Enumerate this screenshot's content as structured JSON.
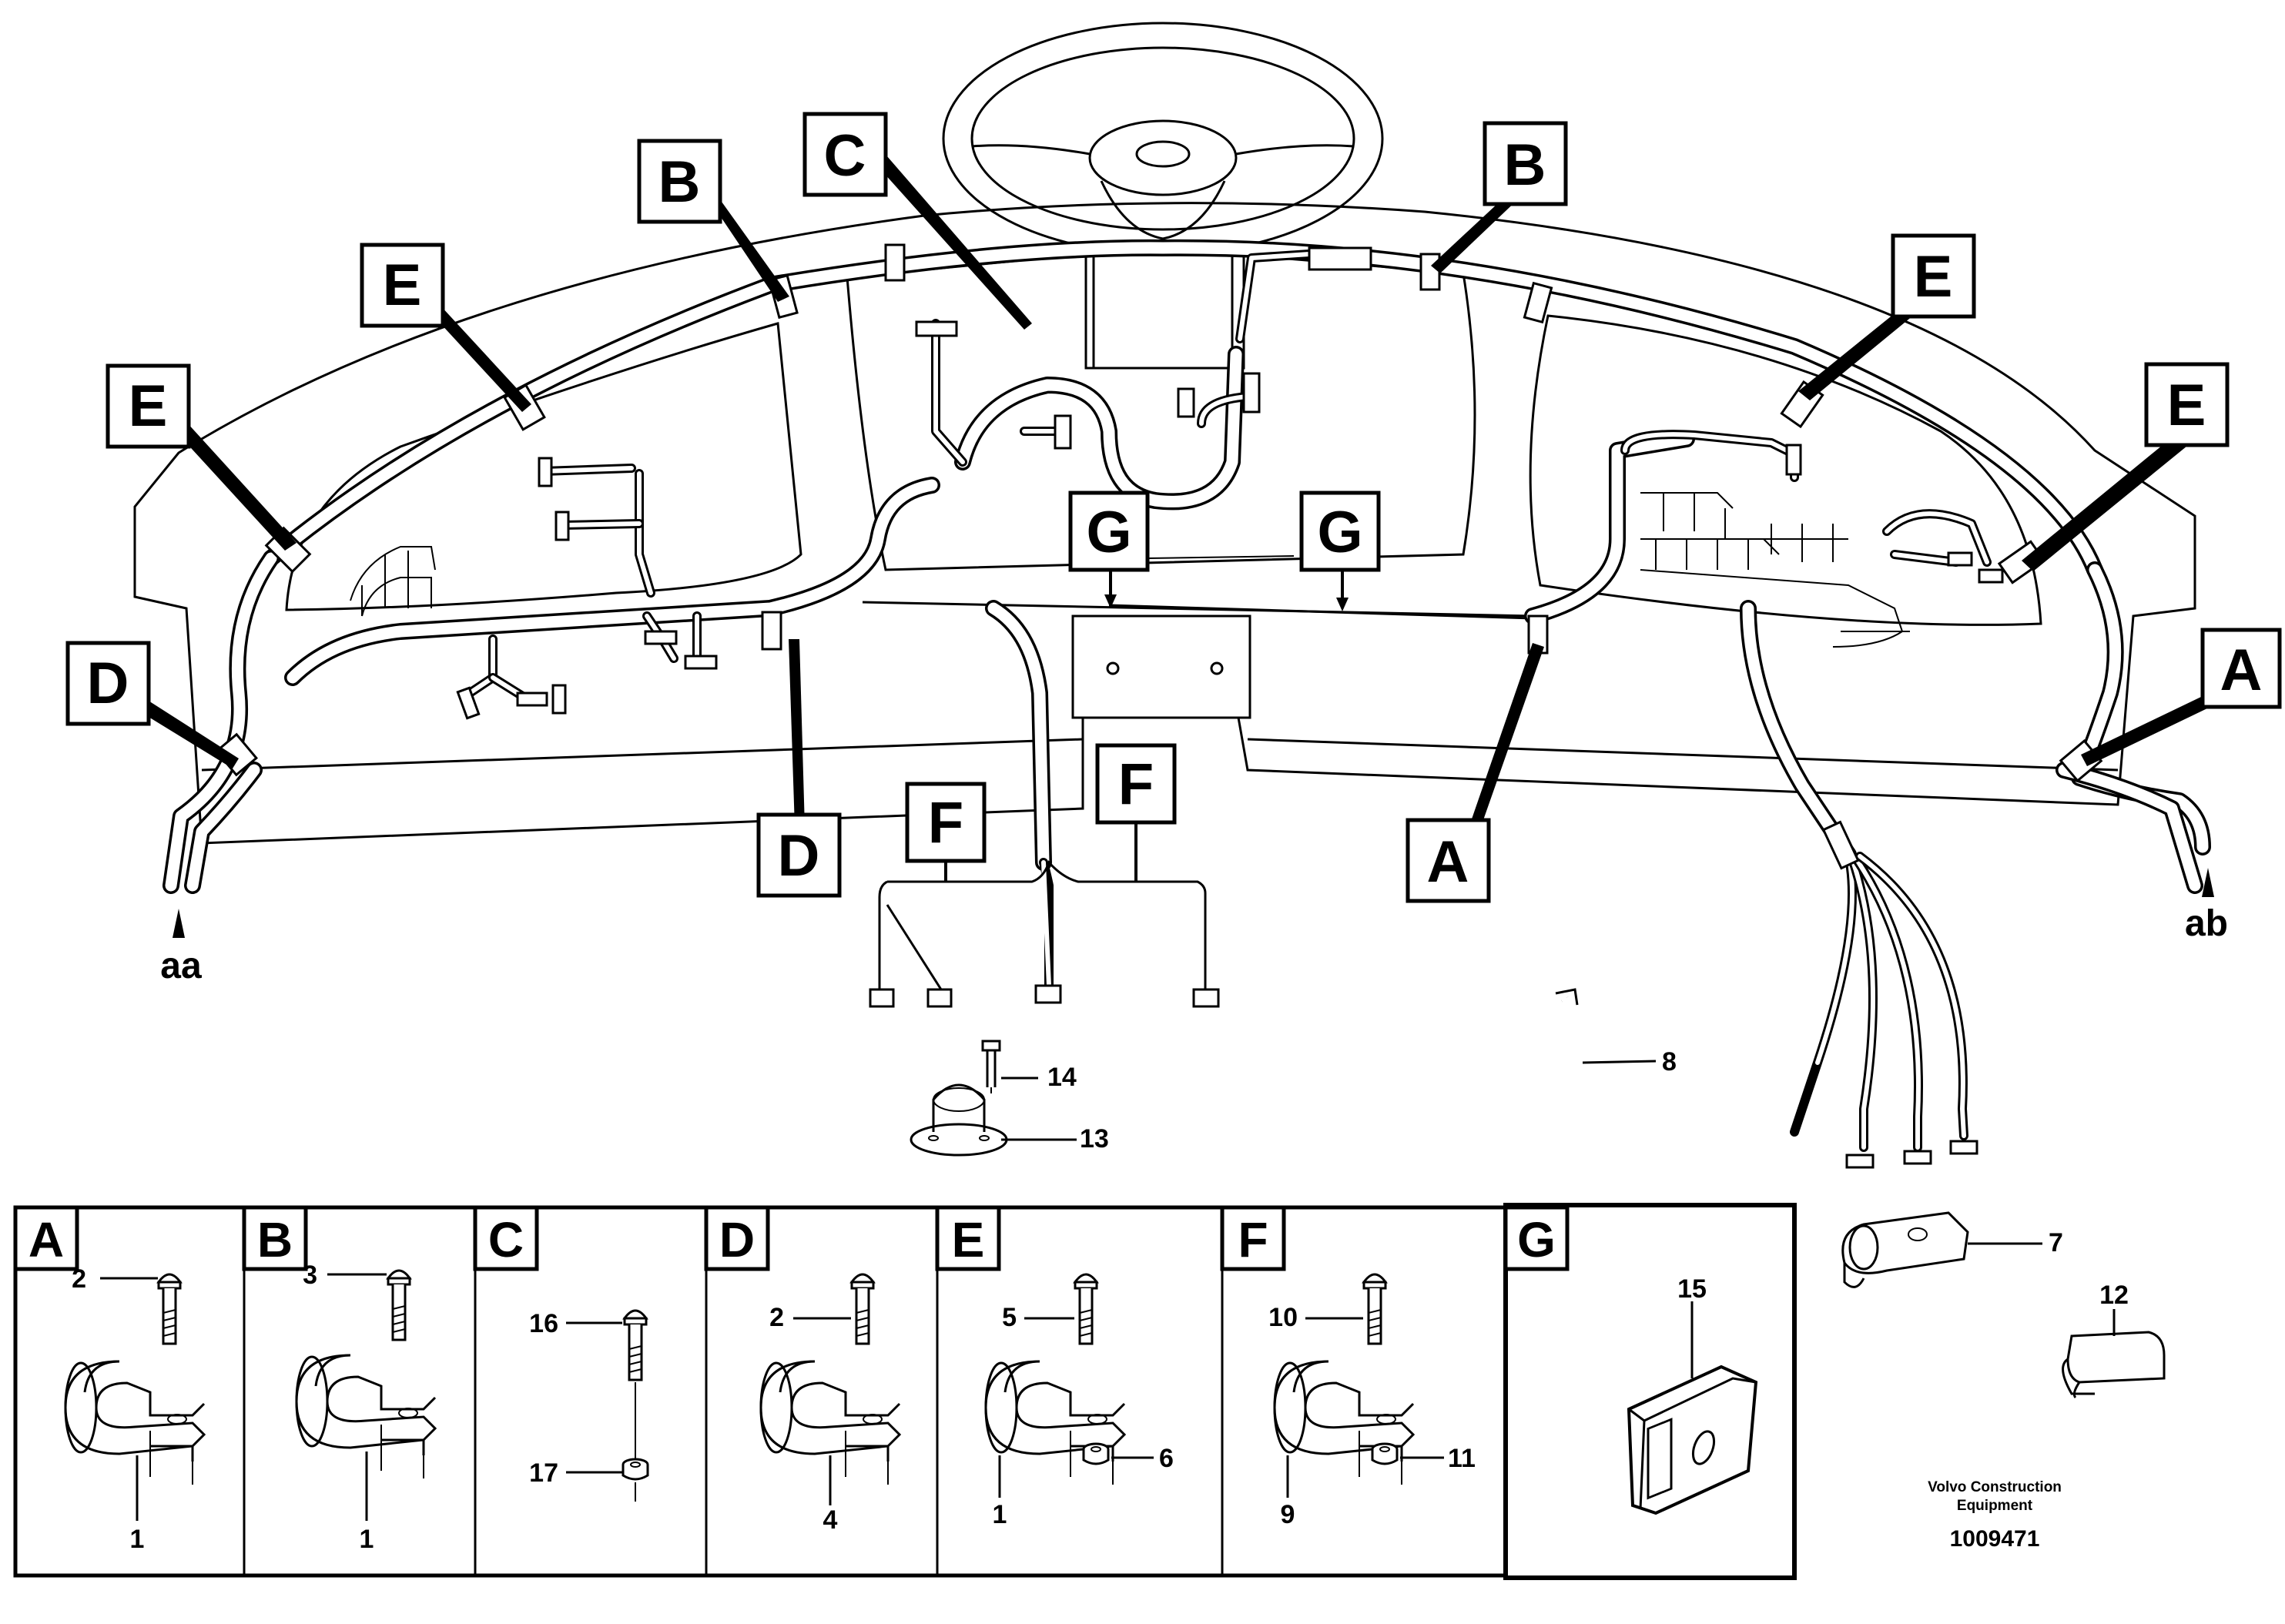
{
  "callouts": {
    "b_left": "B",
    "c_top": "C",
    "b_right": "B",
    "e_1": "E",
    "e_2": "E",
    "e_3": "E",
    "e_4": "E",
    "d_left": "D",
    "d_mid": "D",
    "a_mid": "A",
    "a_right": "A",
    "g_left": "G",
    "g_right": "G",
    "f_left": "F",
    "f_right": "F"
  },
  "harness_ends": {
    "left": "aa",
    "right": "ab"
  },
  "part_numbers": {
    "p7": "7",
    "p8": "8",
    "p12": "12",
    "p13": "13",
    "p14": "14"
  },
  "panels": [
    {
      "letter": "A",
      "labels": [
        "2",
        "1"
      ]
    },
    {
      "letter": "B",
      "labels": [
        "3",
        "1"
      ]
    },
    {
      "letter": "C",
      "labels": [
        "16",
        "17"
      ]
    },
    {
      "letter": "D",
      "labels": [
        "2",
        "4"
      ]
    },
    {
      "letter": "E",
      "labels": [
        "5",
        "6",
        "1"
      ]
    },
    {
      "letter": "F",
      "labels": [
        "10",
        "11",
        "9"
      ]
    },
    {
      "letter": "G",
      "labels": [
        "15"
      ]
    }
  ],
  "brand": {
    "line1": "Volvo Construction",
    "line2": "Equipment"
  },
  "document_number": "1009471"
}
